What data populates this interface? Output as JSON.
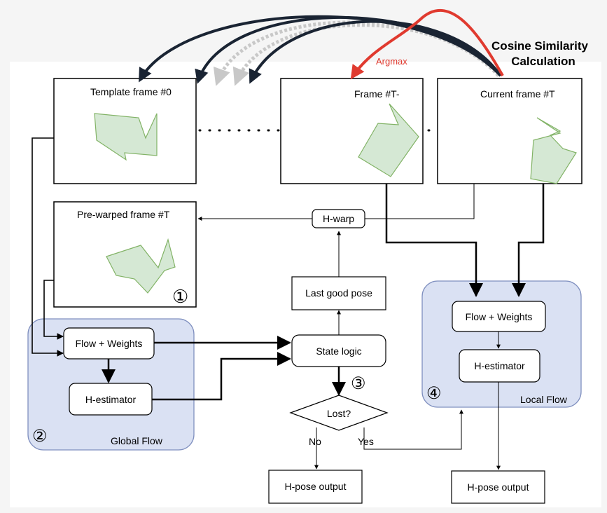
{
  "title": {
    "line1": "Cosine Similarity",
    "line2": "Calculation"
  },
  "argmax_label": "Argmax",
  "frames": {
    "template": "Template frame #0",
    "previous": "Frame #T-",
    "current": "Current frame #T",
    "prewarped": "Pre-warped frame #T"
  },
  "nodes": {
    "hwarp": "H-warp",
    "last_good_pose": "Last good pose",
    "state_logic": "State logic",
    "lost": "Lost?",
    "no": "No",
    "yes": "Yes",
    "global_flow_weights": "Flow + Weights",
    "global_h_estimator": "H-estimator",
    "local_flow_weights": "Flow + Weights",
    "local_h_estimator": "H-estimator",
    "hpose_output_left": "H-pose output",
    "hpose_output_right": "H-pose output"
  },
  "panels": {
    "global": "Global Flow",
    "local": "Local Flow"
  },
  "markers": {
    "one": "①",
    "two": "②",
    "three": "③",
    "four": "④"
  },
  "colors": {
    "arrow_dark": "#1a2433",
    "arrow_dash": "#c8c8c8",
    "argmax": "#e03a2f",
    "panel_fill": "#dae1f3",
    "shape_fill": "#d5e8d4",
    "shape_stroke": "#82b366"
  }
}
